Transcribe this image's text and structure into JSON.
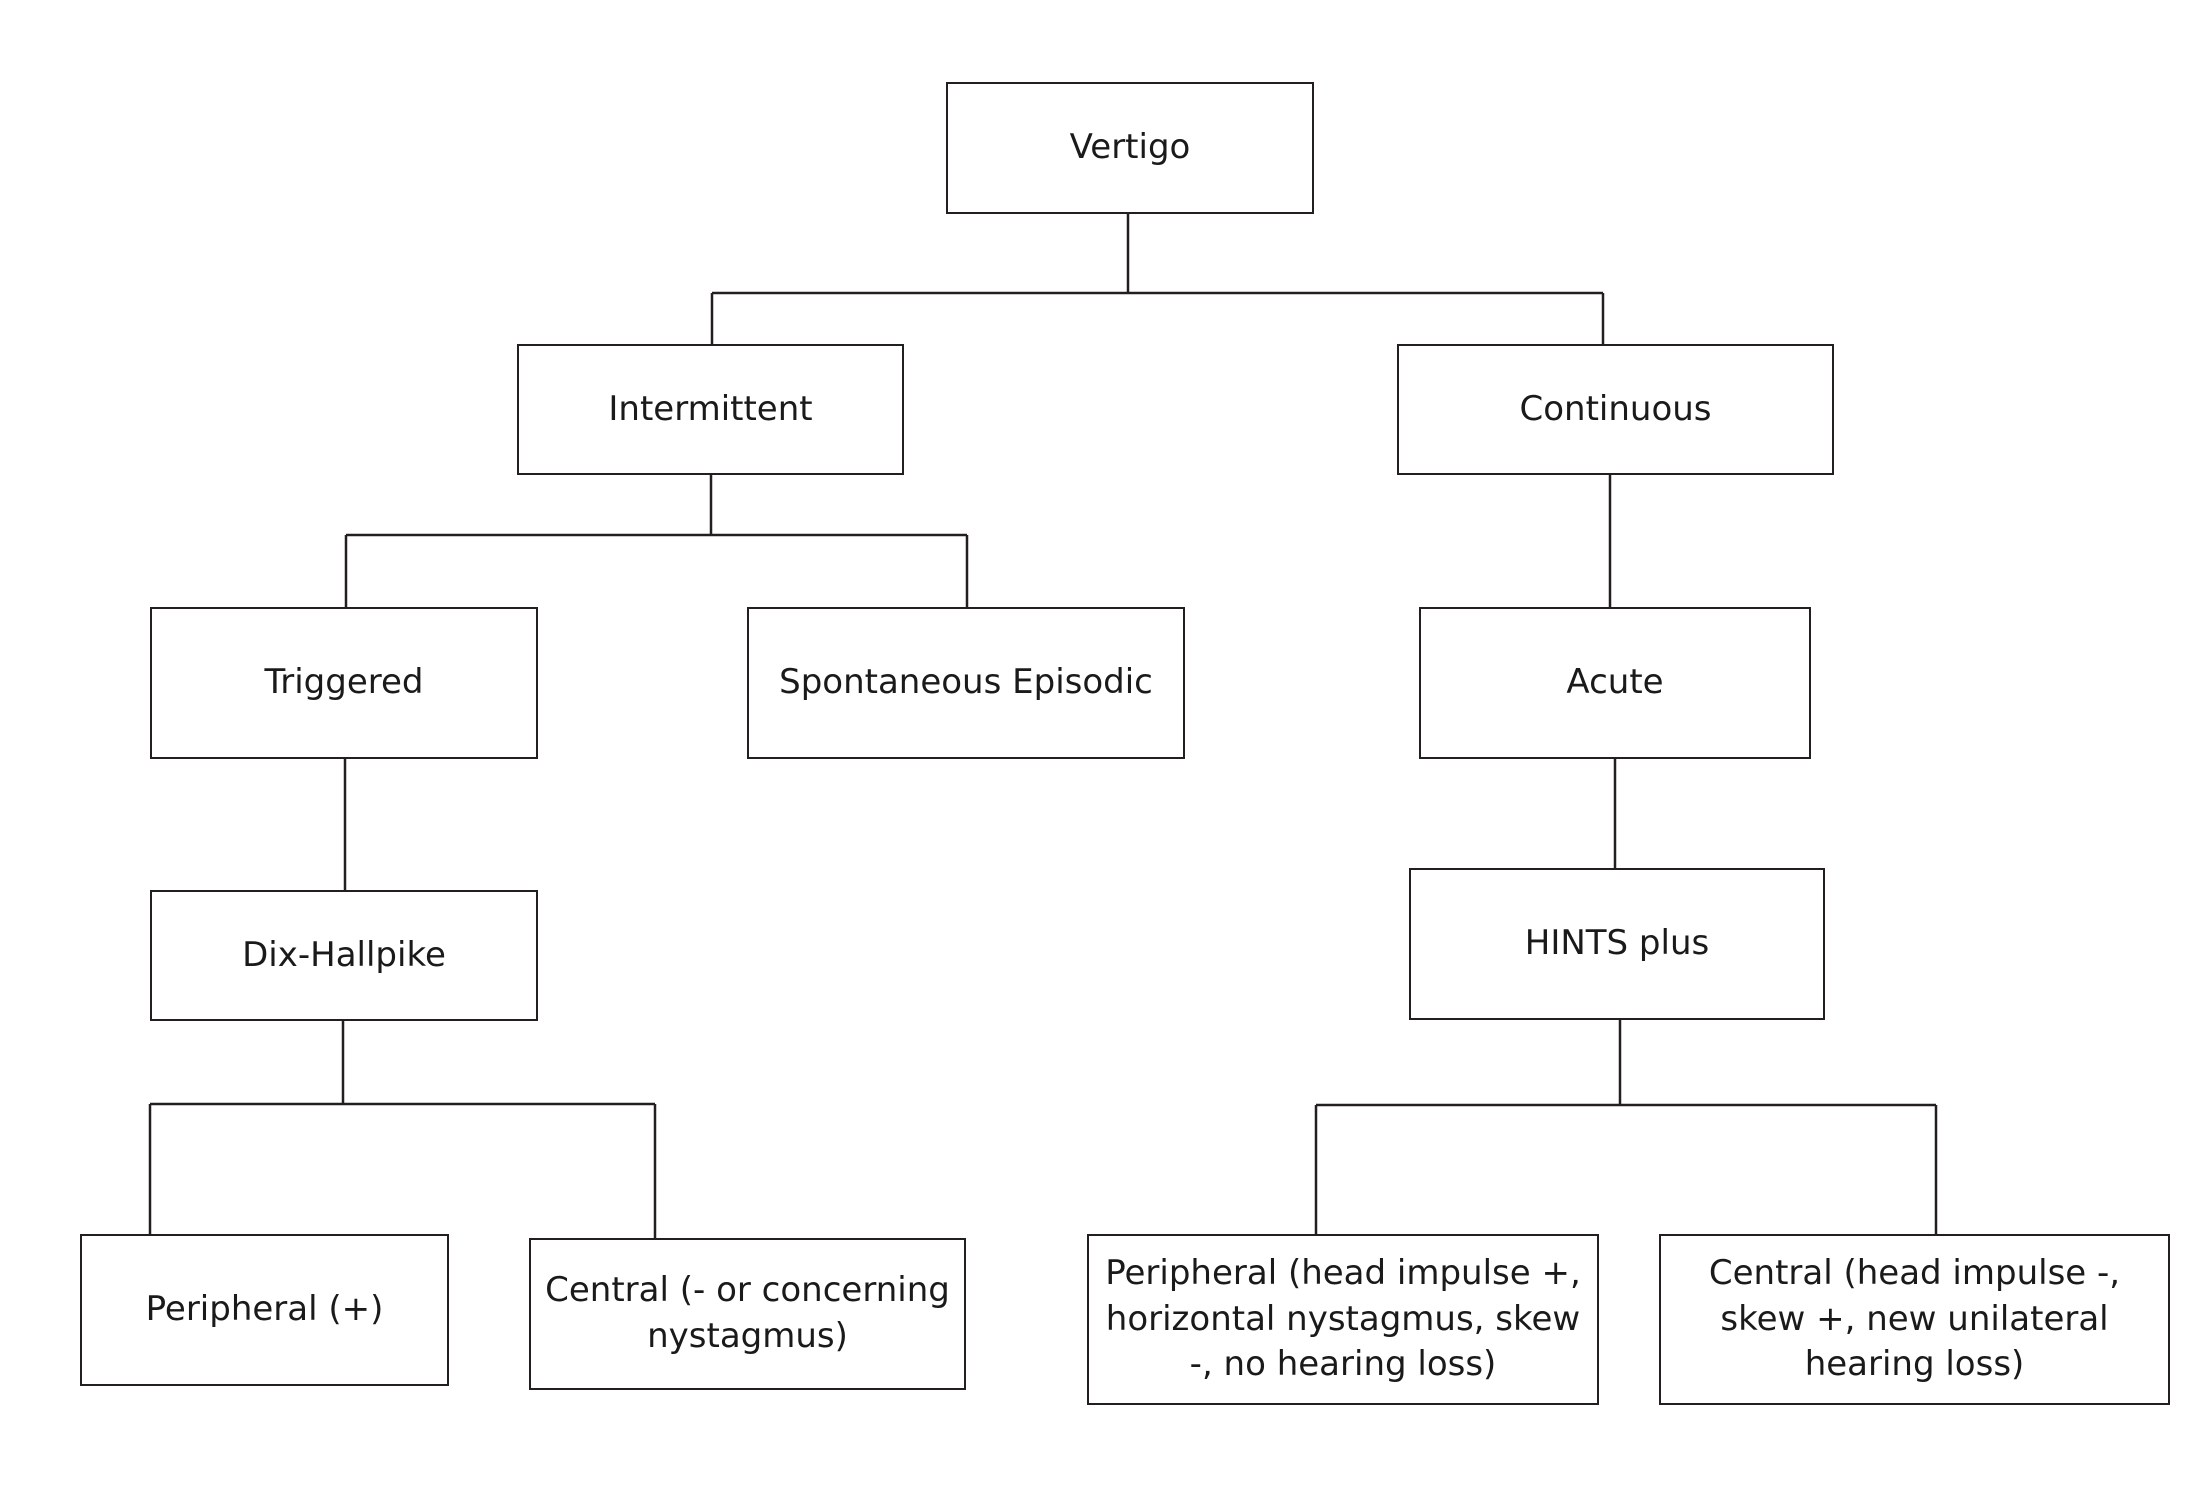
{
  "diagram": {
    "nodes": {
      "vertigo": "Vertigo",
      "intermittent": "Intermittent",
      "continuous": "Continuous",
      "triggered": "Triggered",
      "spontaneous_episodic": "Spontaneous Episodic",
      "acute": "Acute",
      "dix_hallpike": "Dix-Hallpike",
      "hints_plus": "HINTS plus",
      "peripheral_positive": "Peripheral (+)",
      "central_left": "Central (- or concerning nystagmus)",
      "peripheral_right": "Peripheral (head impulse +, horizontal nystagmus, skew -, no hearing loss)",
      "central_right": "Central (head impulse -, skew +, new unilateral hearing loss)"
    },
    "edges": [
      [
        "vertigo",
        "intermittent"
      ],
      [
        "vertigo",
        "continuous"
      ],
      [
        "intermittent",
        "triggered"
      ],
      [
        "intermittent",
        "spontaneous_episodic"
      ],
      [
        "continuous",
        "acute"
      ],
      [
        "triggered",
        "dix_hallpike"
      ],
      [
        "acute",
        "hints_plus"
      ],
      [
        "dix_hallpike",
        "peripheral_positive"
      ],
      [
        "dix_hallpike",
        "central_left"
      ],
      [
        "hints_plus",
        "peripheral_right"
      ],
      [
        "hints_plus",
        "central_right"
      ]
    ]
  }
}
